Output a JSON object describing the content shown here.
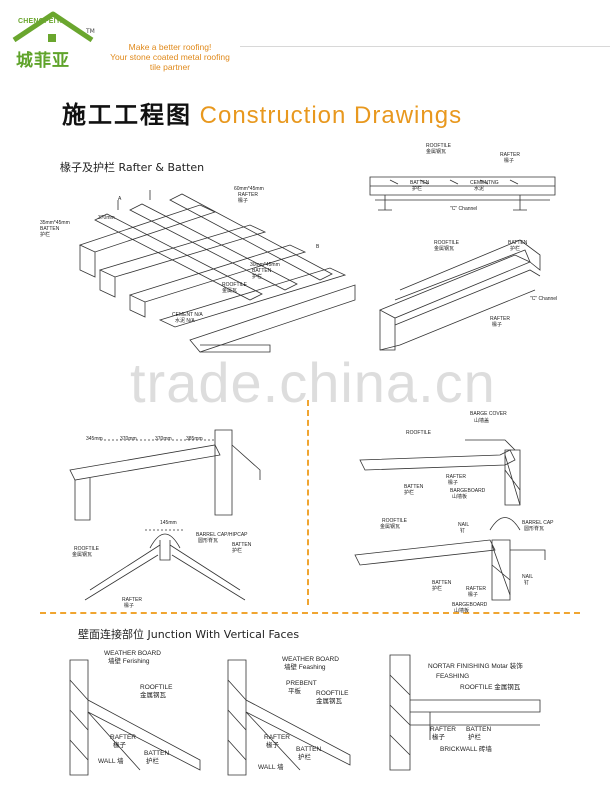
{
  "header": {
    "brand_en": "CHENGFEIYA",
    "brand_cn": "城菲亚",
    "trademark": "TM",
    "slogan_1": "Make a better roofing!",
    "slogan_2": "Your stone coated metal roofing",
    "slogan_3": "tile partner"
  },
  "title": {
    "cn": "施工工程图",
    "en": "Construction Drawings"
  },
  "section1": {
    "heading": "椽子及护栏 Rafter & Batten"
  },
  "section2": {
    "heading": "壁面连接部位  Junction With Vertical Faces"
  },
  "watermark": "trade.china.cn",
  "labels": {
    "d1_rafter": "60mm*45mm",
    "d1_rafter2": "RAFTER",
    "d1_rafter3": "椽子",
    "d1_batten": "35mm*45mm",
    "d1_batten2": "BATTEN",
    "d1_batten3": "护栏",
    "d1_dim1": "370mm",
    "d1_batten_b": "30mm*45mm",
    "d1_batten_b2": "BATTEN",
    "d1_batten_b3": "护栏",
    "d1_rooftile": "ROOFTILE",
    "d1_rooftile2": "金属瓦",
    "d1_cement": "CEMENT N/A",
    "d1_cement2": "水泥 N/A",
    "d1_a": "A",
    "d1_b": "B",
    "d2_rooftile": "ROOFTILE",
    "d2_rooftile2": "金属钢瓦",
    "d2_rafter": "RAFTER",
    "d2_rafter2": "椽子",
    "d2_batten": "BATTEN",
    "d2_batten2": "护栏",
    "d2_cement": "CEMENTNG",
    "d2_cement2": "水泥",
    "d2_channel": "\"C\" Channel",
    "d3_rooftile": "ROOFTILE",
    "d3_rooftile2": "金属钢瓦",
    "d3_batten": "BATTEN",
    "d3_batten2": "护栏",
    "d3_channel": "\"C\" Channel",
    "d3_rafter": "RAFTER",
    "d3_rafter2": "椽子",
    "d4_d1": "345mm",
    "d4_d2": "370mm",
    "d4_d3": "370mm",
    "d4_d4": "385mm",
    "d5_barge": "BARGE COVER",
    "d5_barge2": "山墙盖",
    "d5_rooftile": "ROOFTILE",
    "d5_rafter": "RAFTER",
    "d5_rafter2": "椽子",
    "d5_batten": "BATTEN",
    "d5_batten2": "护栏",
    "d5_bargeboard": "BARGEBOARD",
    "d5_bargeboard2": "山墙板",
    "d6_dim": "145mm",
    "d6_barrel": "BARREL CAP/HIPCAP",
    "d6_barrel2": "圆形脊瓦",
    "d6_batten": "BATTEN",
    "d6_batten2": "护栏",
    "d6_rooftile": "ROOFTILE",
    "d6_rooftile2": "金属钢瓦",
    "d6_rafter": "RAFTER",
    "d6_rafter2": "椽子",
    "d7_rooftile": "ROOFTILE",
    "d7_rooftile2": "金属钢瓦",
    "d7_nail": "NAIL",
    "d7_nail2": "钉",
    "d7_barrel": "BARREL CAP",
    "d7_barrel2": "圆形脊瓦",
    "d7_nail_b": "NAIL",
    "d7_nail_b2": "钉",
    "d7_batten": "BATTEN",
    "d7_batten2": "护栏",
    "d7_rafter": "RAFTER",
    "d7_rafter2": "椽子",
    "d7_bargeboard": "BARGEBOARD",
    "d7_bargeboard2": "山墙板",
    "v1_weather": "WEATHER BOARD",
    "v1_weather2": "墙壁 Ferishing",
    "v1_rooftile": "ROOFTILE",
    "v1_rooftile2": "金属钢瓦",
    "v1_rafter": "RAFTER",
    "v1_rafter2": "椽子",
    "v1_batten": "BATTEN",
    "v1_batten2": "护栏",
    "v1_wall": "WALL 墙",
    "v2_weather": "WEATHER BOARD",
    "v2_weather2": "墙壁 Feashing",
    "v2_prebent": "PREBENT",
    "v2_prebent2": "平板",
    "v2_rooftile": "ROOFTILE",
    "v2_rooftile2": "金属钢瓦",
    "v2_rafter": "RAFTER",
    "v2_rafter2": "椽子",
    "v2_batten": "BATTEN",
    "v2_batten2": "护栏",
    "v2_wall": "WALL 墙",
    "v3_mortar": "NORTAR FINISHING Motar 装饰",
    "v3_feashing": "FEASHING",
    "v3_rooftile": "ROOFTILE 金属钢瓦",
    "v3_rafter": "RAFTER",
    "v3_rafter2": "椽子",
    "v3_batten": "BATTEN",
    "v3_batten2": "护栏",
    "v3_brick": "BRICKWALL 砖墙"
  }
}
